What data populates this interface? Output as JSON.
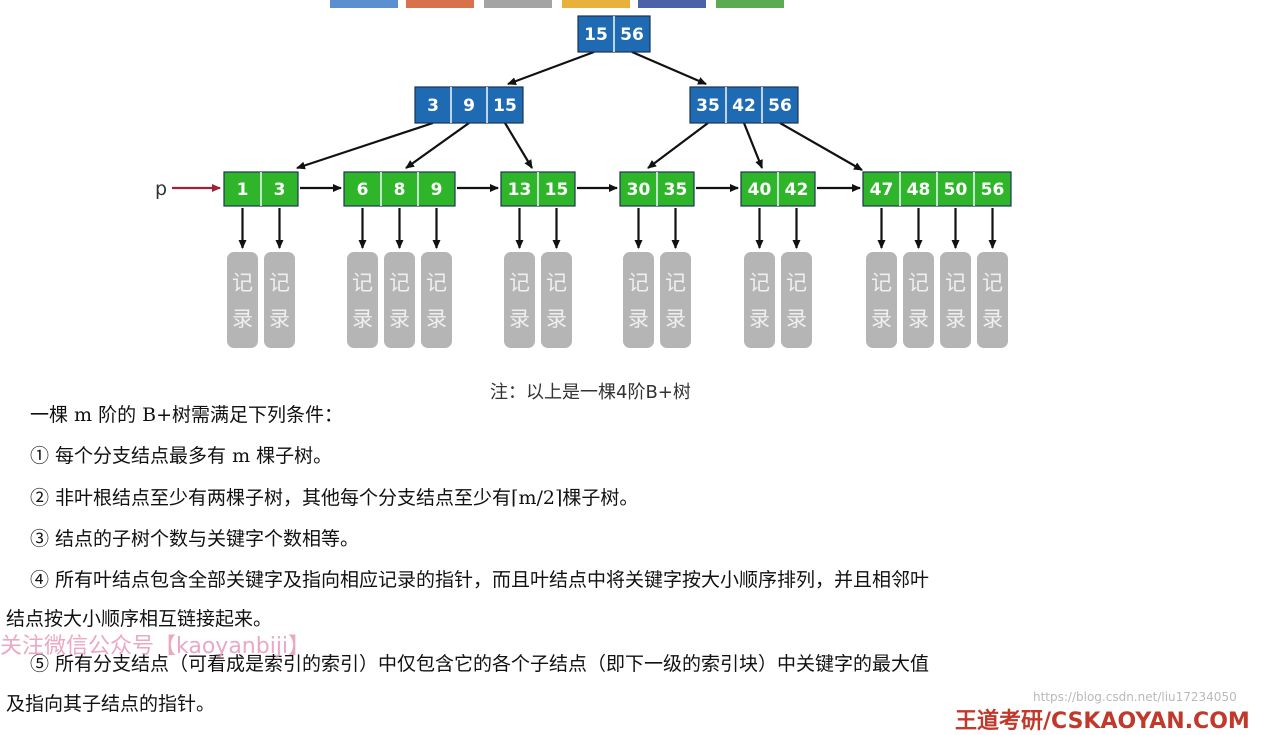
{
  "top_color_strips": [
    "#5b8fd0",
    "#d9714a",
    "#a4a4a4",
    "#e8b13c",
    "#4b61a8",
    "#5aab52"
  ],
  "colors": {
    "internal_node": "#1f6bb3",
    "leaf_node": "#2fb52a",
    "record": "#b5b5b5",
    "pointer_p": "#9b2335"
  },
  "tree": {
    "root": [
      "15",
      "56"
    ],
    "internal": [
      [
        "3",
        "9",
        "15"
      ],
      [
        "35",
        "42",
        "56"
      ]
    ],
    "leaves": [
      [
        "1",
        "3"
      ],
      [
        "6",
        "8",
        "9"
      ],
      [
        "13",
        "15"
      ],
      [
        "30",
        "35"
      ],
      [
        "40",
        "42"
      ],
      [
        "47",
        "48",
        "50",
        "56"
      ]
    ],
    "pointer_label": "p",
    "record_label": "记\n录"
  },
  "note": "注：以上是一棵4阶B+树",
  "conditions": {
    "intro": "一棵 m 阶的 B+树需满足下列条件：",
    "c1": "① 每个分支结点最多有 m 棵子树。",
    "c2": "② 非叶根结点至少有两棵子树，其他每个分支结点至少有⌈m/2⌉棵子树。",
    "c3": "③ 结点的子树个数与关键字个数相等。",
    "c4a": "④ 所有叶结点包含全部关键字及指向相应记录的指针，而且叶结点中将关键字按大小顺序排列，并且相邻叶",
    "c4b": "结点按大小顺序相互链接起来。",
    "c5a": "⑤ 所有分支结点（可看成是索引的索引）中仅包含它的各个子结点（即下一级的索引块）中关键字的最大值",
    "c5b": "及指向其子结点的指针。"
  },
  "watermarks": {
    "left": "关注微信公众号【kaoyanbiji】",
    "csdn": "https://blog.csdn.net/liu17234050",
    "brand": "王道考研/CSKAOYAN.COM"
  }
}
